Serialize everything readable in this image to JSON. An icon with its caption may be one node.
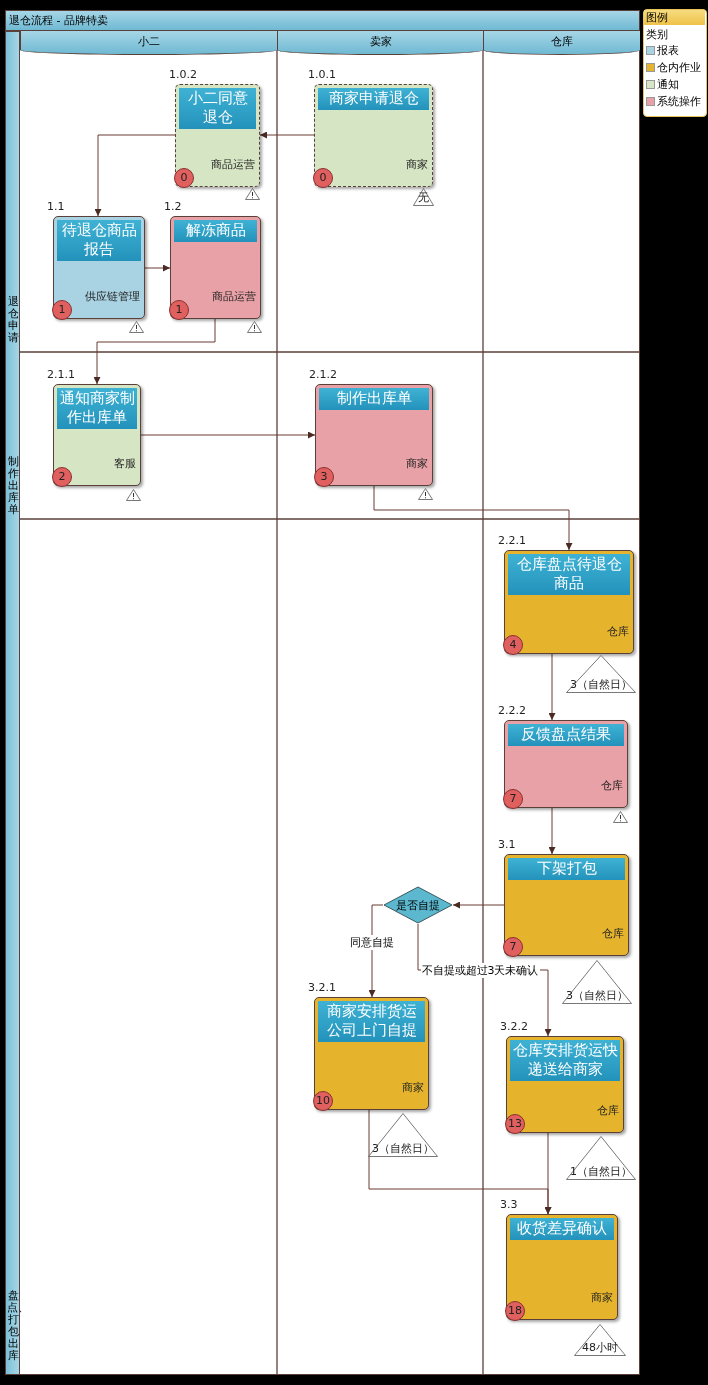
{
  "diagram": {
    "title": "退仓流程 - 品牌特卖",
    "nodes": [
      {
        "text": [
          "商家申请退仓",
          "商家",
          "0"
        ],
        "beside": [
          "1.0.1",
          "无"
        ]
      },
      {
        "text": [
          "小二同意退仓",
          "商品运营",
          "0"
        ],
        "beside": [
          "1.0.2"
        ]
      },
      {
        "text": [
          "待退仓商品报告",
          "供应链管理",
          "1"
        ],
        "beside": [
          "1.1"
        ]
      },
      {
        "text": [
          "解冻商品",
          "商品运营",
          "1"
        ],
        "beside": [
          "1.2"
        ]
      },
      {
        "text": [
          "通知商家制作出库单",
          "客服",
          "2"
        ],
        "beside": [
          "2.1.1"
        ]
      },
      {
        "text": [
          "制作出库单",
          "商家",
          "3"
        ],
        "beside": [
          "2.1.2"
        ]
      },
      {
        "text": [
          "仓库盘点待退仓商品",
          "仓库",
          "4"
        ],
        "beside": [
          "2.2.1",
          "3（自然日）"
        ]
      },
      {
        "text": [
          "反馈盘点结果",
          "仓库",
          "7"
        ],
        "beside": [
          "2.2.2"
        ]
      },
      {
        "text": [
          "下架打包",
          "仓库",
          "7"
        ],
        "beside": [
          "3.1",
          "3（自然日）"
        ]
      },
      {
        "text": [
          "是否自提"
        ]
      },
      {
        "text": [
          "商家安排货运公司上门自提",
          "商家",
          "10"
        ],
        "beside": [
          "3.2.1",
          "3（自然日）"
        ]
      },
      {
        "text": [
          "仓库安排货运快递送给商家",
          "仓库",
          "13"
        ],
        "beside": [
          "3.2.2",
          "1（自然日）"
        ]
      },
      {
        "text": [
          "收货差异确认",
          "商家",
          "18"
        ],
        "beside": [
          "3.3",
          "48小时"
        ]
      }
    ],
    "edges": [
      {
        "from": 0,
        "to": 1,
        "arrow": "to"
      },
      {
        "from": 1,
        "to": 2,
        "arrow": "to"
      },
      {
        "from": 2,
        "to": 3,
        "arrow": "to"
      },
      {
        "from": 3,
        "to": 4,
        "arrow": "to"
      },
      {
        "from": 4,
        "to": 5,
        "arrow": "to"
      },
      {
        "from": 5,
        "to": 6,
        "arrow": "to"
      },
      {
        "from": 6,
        "to": 7,
        "arrow": "to"
      },
      {
        "from": 7,
        "to": 8,
        "arrow": "to"
      },
      {
        "from": 8,
        "to": 9,
        "arrow": "to"
      },
      {
        "from": 9,
        "to": 10,
        "arrow": "to",
        "label": "同意自提"
      },
      {
        "from": 9,
        "to": 11,
        "arrow": "to",
        "label": "不自提或超过3天未确认"
      },
      {
        "from": 10,
        "to": 12,
        "arrow": "to"
      },
      {
        "from": 11,
        "to": 12,
        "arrow": "to"
      }
    ],
    "labels": [
      "小二",
      "卖家",
      "仓库",
      "退仓申请",
      "制作出库单",
      "盘点、打包出库",
      "图例",
      "类别"
    ],
    "legend": [
      {
        "text": "报表",
        "color": "#a9d3e3"
      },
      {
        "text": "仓内作业",
        "color": "#e5b42c"
      },
      {
        "text": "通知",
        "color": "#d6e5c3"
      },
      {
        "text": "系统操作",
        "color": "#e8a1a6"
      }
    ]
  }
}
